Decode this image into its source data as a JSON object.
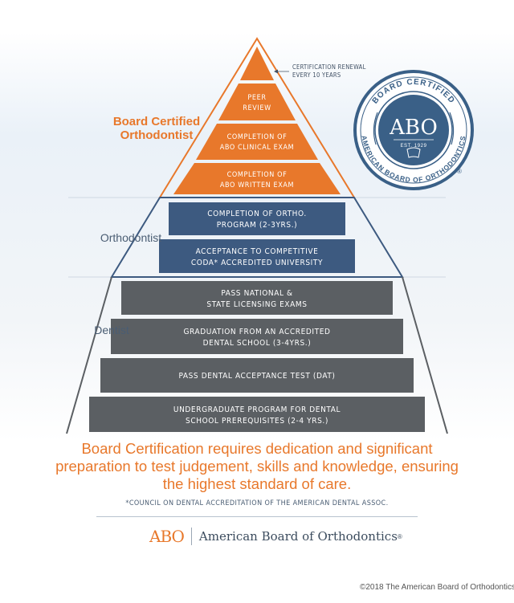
{
  "tiers": {
    "board": {
      "line1": "Board Certified",
      "line2": "Orthodontist"
    },
    "orthodontist": "Orthodontist",
    "dentist": "Dentist"
  },
  "callout": {
    "line1": "CERTIFICATION RENEWAL",
    "line2": "EVERY 10 YEARS"
  },
  "steps": {
    "peer_review": {
      "line1": "PEER",
      "line2": "REVIEW"
    },
    "clinical_exam": {
      "line1": "COMPLETION OF",
      "line2": "ABO CLINICAL EXAM"
    },
    "written_exam": {
      "line1": "COMPLETION OF",
      "line2": "ABO WRITTEN EXAM"
    },
    "ortho_program": {
      "line1": "COMPLETION OF ORTHO.",
      "line2": "PROGRAM (2-3YRS.)"
    },
    "coda_acceptance": {
      "line1": "ACCEPTANCE TO COMPETITIVE",
      "line2": "CODA* ACCREDITED UNIVERSITY"
    },
    "licensing_exams": {
      "line1": "PASS NATIONAL &",
      "line2": "STATE LICENSING EXAMS"
    },
    "dental_school": {
      "line1": "GRADUATION FROM AN ACCREDITED",
      "line2": "DENTAL SCHOOL (3-4YRS.)"
    },
    "dat": {
      "line1": "PASS DENTAL ACCEPTANCE TEST (DAT)"
    },
    "undergrad": {
      "line1": "UNDERGRADUATE PROGRAM FOR DENTAL",
      "line2": "SCHOOL PREREQUISITES (2-4 YRS.)"
    }
  },
  "seal": {
    "top_text": "BOARD CERTIFIED",
    "center": "ABO",
    "est": "EST. 1929",
    "bottom_text": "AMERICAN BOARD OF ORTHODONTICS",
    "reg": "®"
  },
  "summary": "Board Certification requires dedication and significant preparation to test judgement, skills and knowledge, ensuring the highest standard of care.",
  "footnote": "*COUNCIL ON DENTAL ACCREDITATION OF THE AMERICAN DENTAL ASSOC.",
  "brand": {
    "mark": "ABO",
    "name": "American Board of Orthodontics",
    "reg": "®"
  },
  "copyright": "©2018 The American Board of Orthodontics",
  "colors": {
    "orange": "#e8782b",
    "blue": "#3d5a80",
    "gray": "#5b5f63",
    "label_gray": "#4a5d73",
    "seal_blue": "#3a6087"
  }
}
